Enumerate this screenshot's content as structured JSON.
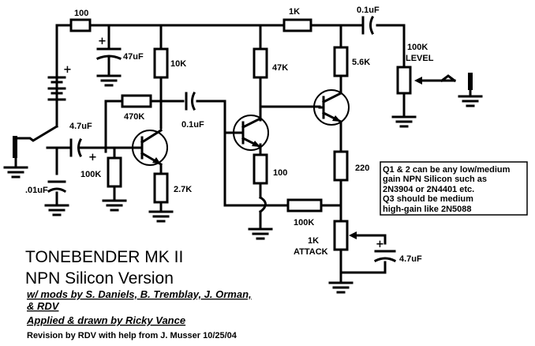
{
  "title_line1": "TONEBENDER MK II",
  "title_line2": "NPN Silicon Version",
  "mods_line1": "w/ mods by S. Daniels, B. Tremblay, J. Orman,",
  "mods_line2": "& RDV",
  "applied_line": "Applied & drawn by Ricky Vance",
  "revision_line": "Revision by RDV with help from J. Musser 10/25/04",
  "note_lines": [
    "Q1 & 2 can be any low/medium",
    "gain NPN Silicon such as",
    "2N3904 or 2N4401 etc.",
    "Q3 should be medium",
    "high-gain like 2N5088"
  ],
  "components": {
    "r_supply": "100",
    "c_supply": "47uF",
    "r_q1_collector": "10K",
    "r_feedback": "470K",
    "c_coupling_mid": "0.1uF",
    "c_input": "4.7uF",
    "r_input_bias": "100K",
    "c_input_shunt": ".01uF",
    "r_q1_emitter": "2.7K",
    "r_q2_collector": "47K",
    "r_q2_emitter": "100",
    "r_q2_feedback": "100K",
    "r_q3_supply": "1K",
    "c_output": "0.1uF",
    "r_q3_collector": "5.6K",
    "r_q3_emitter": "220",
    "pot_level": "100K",
    "pot_level_name": "LEVEL",
    "pot_attack": "1K",
    "pot_attack_name": "ATTACK",
    "c_attack": "4.7uF"
  }
}
